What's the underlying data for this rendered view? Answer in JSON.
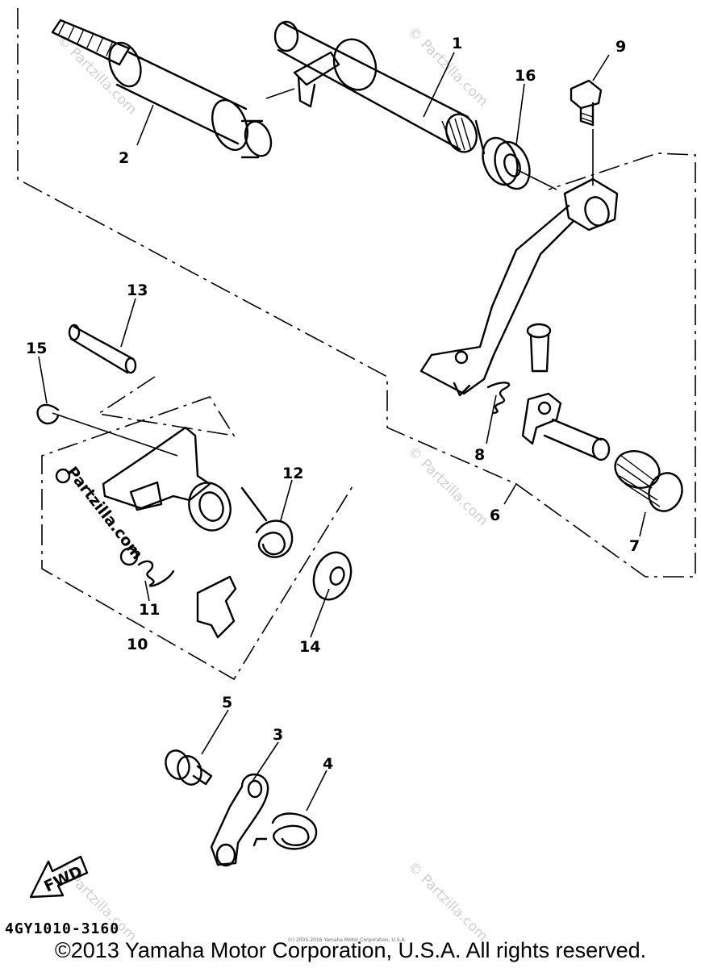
{
  "callouts": [
    {
      "id": "1",
      "text": "1"
    },
    {
      "id": "2",
      "text": "2"
    },
    {
      "id": "3",
      "text": "3"
    },
    {
      "id": "4",
      "text": "4"
    },
    {
      "id": "5",
      "text": "5"
    },
    {
      "id": "6",
      "text": "6"
    },
    {
      "id": "7",
      "text": "7"
    },
    {
      "id": "8",
      "text": "8"
    },
    {
      "id": "9",
      "text": "9"
    },
    {
      "id": "10",
      "text": "10"
    },
    {
      "id": "11",
      "text": "11"
    },
    {
      "id": "12",
      "text": "12"
    },
    {
      "id": "13",
      "text": "13"
    },
    {
      "id": "14",
      "text": "14"
    },
    {
      "id": "15",
      "text": "15"
    },
    {
      "id": "16",
      "text": "16"
    }
  ],
  "fwd_label": "FWD",
  "diagram_code": "4GY1010-3160",
  "small_copyright": "(c) 2005-2016 Yamaha Motor Corporation, U.S.A.",
  "copyright": "©2013 Yamaha Motor Corporation, U.S.A. All rights reserved.",
  "watermark_text": "© Partzilla.com",
  "side_watermark_text": "Partzilla.com"
}
